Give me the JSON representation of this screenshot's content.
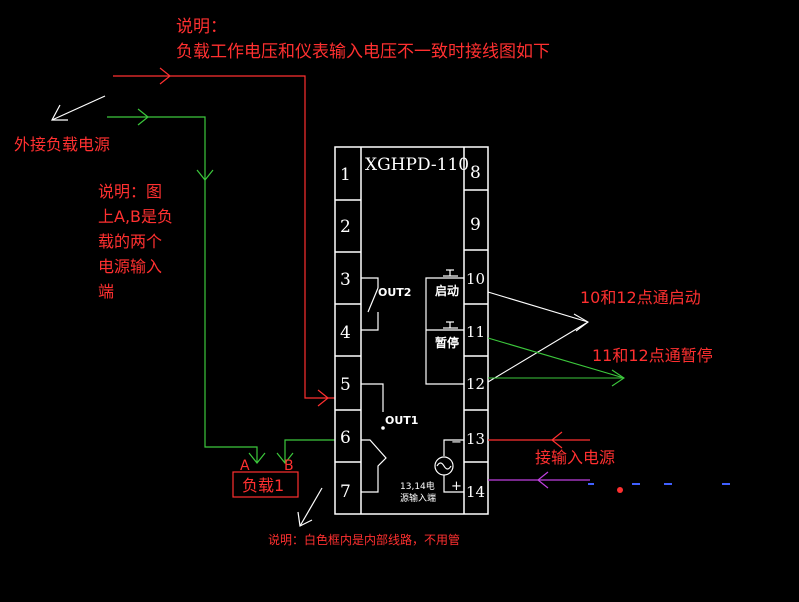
{
  "notes": {
    "top_title": "说明：",
    "top_body": "负载工作电压和仪表输入电压不一致时接线图如下",
    "external_power": "外接负载电源",
    "ab_note_lines": [
      "说明：图",
      "上A,B是负",
      "载的两个",
      "电源输入",
      "端"
    ],
    "start_note": "10和12点通启动",
    "pause_note": "11和12点通暂停",
    "input_power": "接输入电源",
    "bottom_note": "说明：白色框内是内部线路，不用管"
  },
  "device": {
    "model": "XGHPD-110",
    "left_pins": [
      "1",
      "2",
      "3",
      "4",
      "5",
      "6",
      "7"
    ],
    "right_pins": [
      "8",
      "9",
      "10",
      "11",
      "12",
      "13",
      "14"
    ],
    "out2": "OUT2",
    "out1": "OUT1",
    "start_label": "启动",
    "pause_label": "暂停",
    "power_label_1": "13,14电",
    "power_label_2": "源输入端",
    "minus": "−",
    "plus": "+"
  },
  "load": {
    "label": "负载1",
    "terminal_a": "A",
    "terminal_b": "B"
  },
  "colors": {
    "background": "#000000",
    "red": "#ff3030",
    "green": "#3cc83c",
    "white": "#ffffff",
    "magenta": "#c040e0",
    "blue": "#4060ff"
  },
  "icons": [
    "arrow-icon",
    "ac-source-icon",
    "push-button-icon",
    "switch-icon"
  ]
}
